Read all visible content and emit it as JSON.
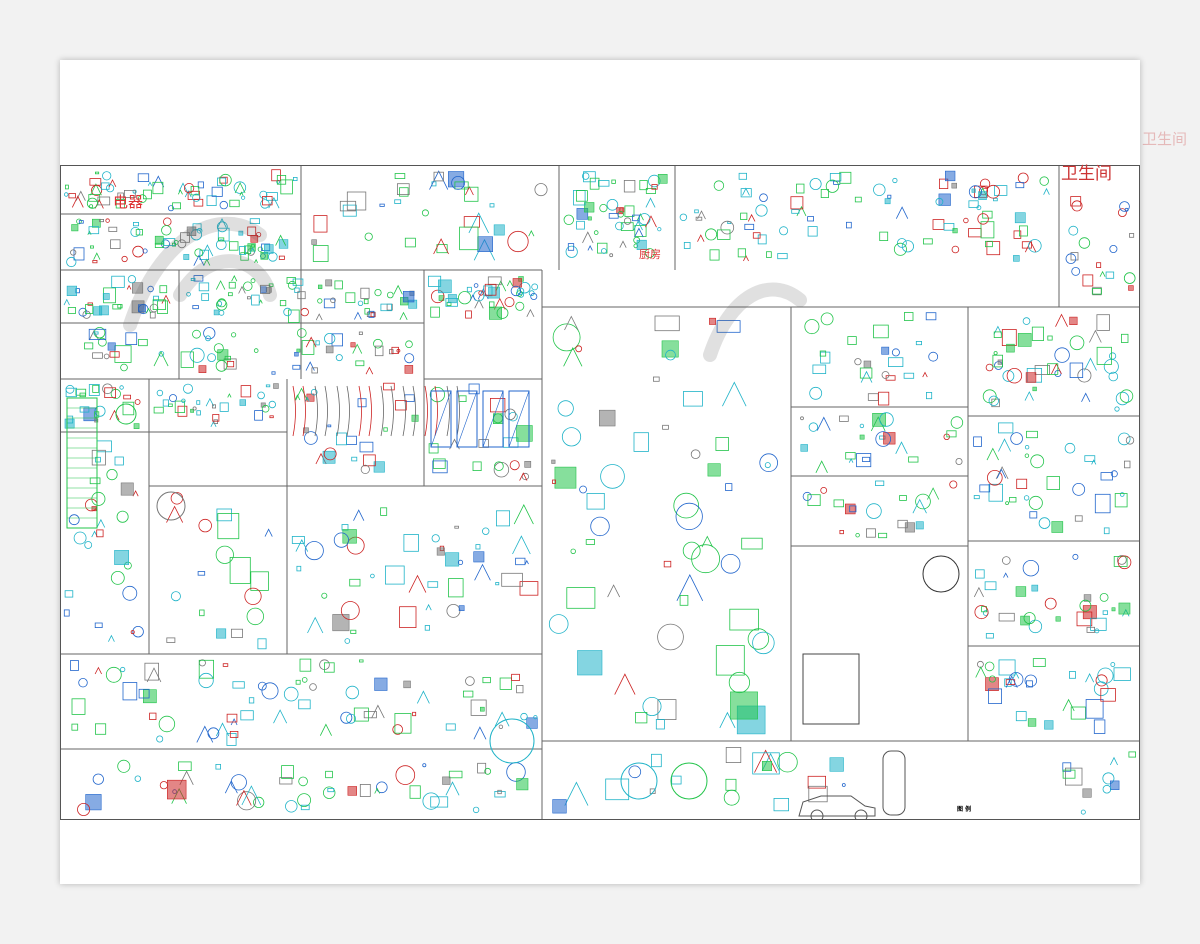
{
  "labels": {
    "electrical": "电器",
    "kitchen": "厨房",
    "bathroom": "卫生间",
    "sheet_no": "图 例"
  },
  "colors": {
    "frame": "#555555",
    "green": "#22c44a",
    "cyan": "#1fb3c8",
    "blue": "#2266cc",
    "red": "#cc2222",
    "gray": "#777777",
    "label_red": "#d33333"
  }
}
